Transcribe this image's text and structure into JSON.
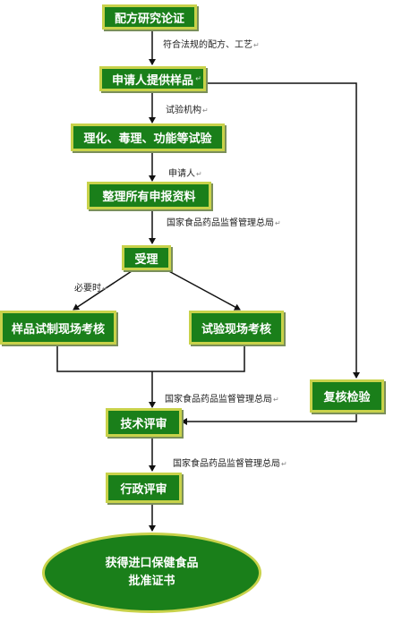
{
  "boxes": {
    "b1": "配方研究论证",
    "b2": "申请人提供样品",
    "b3": "理化、毒理、功能等试验",
    "b4": "整理所有申报资料",
    "b5": "受理",
    "b6": "样品试制现场考核",
    "b7": "试验现场考核",
    "b8": "复核检验",
    "b9": "技术评审",
    "b10": "行政评审"
  },
  "final": {
    "line1": "获得进口保健食品",
    "line2": "批准证书"
  },
  "notes": {
    "n1": "符合法规的配方、工艺",
    "n2": "试验机构",
    "n3": "申请人",
    "n4": "国家食品药品监督管理总局",
    "n5": "必要时",
    "n6": "国家食品药品监督管理总局",
    "n7": "国家食品药品监督管理总局"
  },
  "paragraph_mark": "↵",
  "colors": {
    "box_fill": "#1a7f1a",
    "box_border": "#c8d24a",
    "line": "#111111"
  }
}
